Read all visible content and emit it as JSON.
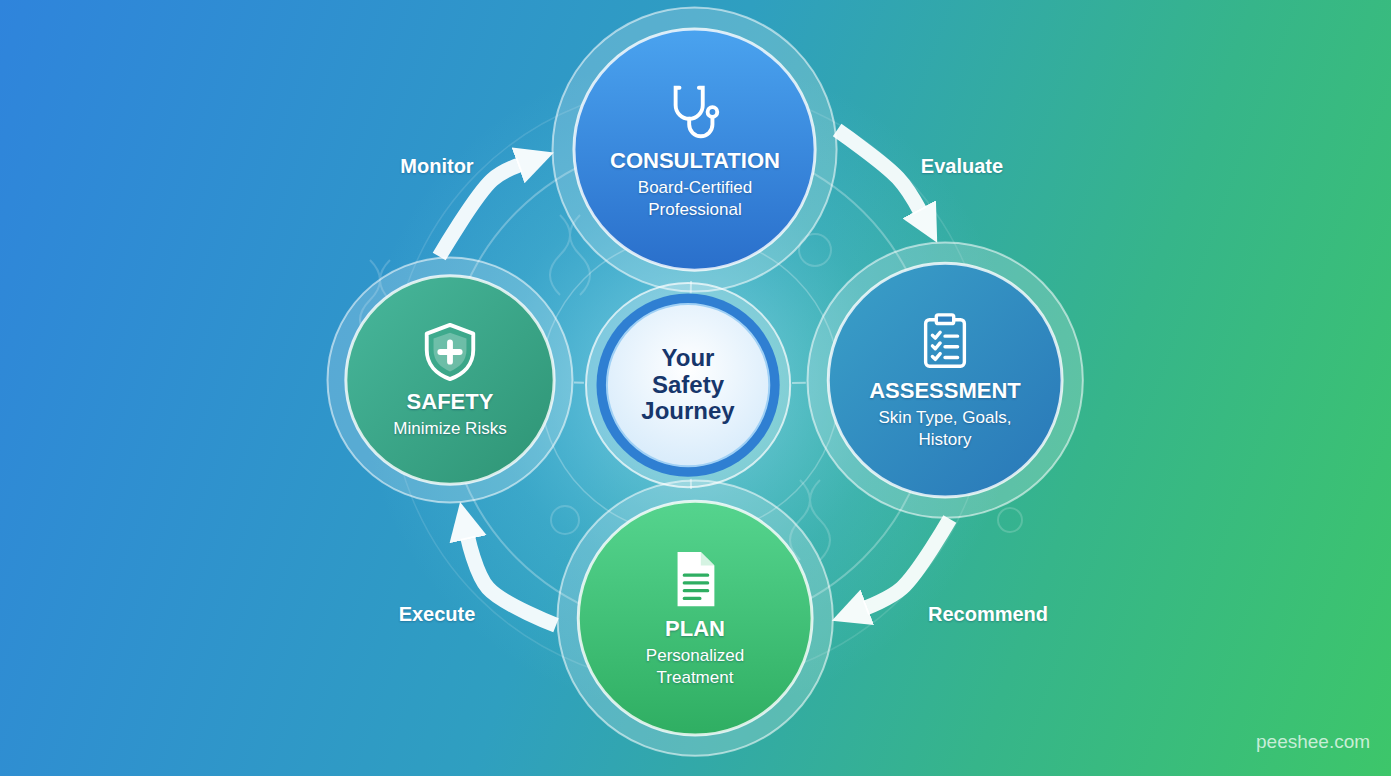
{
  "diagram": {
    "nodes": [
      {
        "text": [
          "CONSULTATION",
          "Board-Certified Professional"
        ]
      },
      {
        "text": [
          "ASSESSMENT",
          "Skin Type, Goals, History"
        ]
      },
      {
        "text": [
          "PLAN",
          "Personalized Treatment"
        ]
      },
      {
        "text": [
          "SAFETY",
          "Minimize Risks"
        ]
      },
      {
        "text": [
          "Your Safety Journey"
        ]
      }
    ],
    "edges": [
      {
        "from": 0,
        "to": 1,
        "label": "Evaluate",
        "arrow": "to"
      },
      {
        "from": 1,
        "to": 2,
        "label": "Recommend",
        "arrow": "to"
      },
      {
        "from": 2,
        "to": 3,
        "label": "Execute",
        "arrow": "to"
      },
      {
        "from": 3,
        "to": 0,
        "label": "Monitor",
        "arrow": "to"
      },
      {
        "from": 4,
        "to": 0,
        "arrow": "none"
      },
      {
        "from": 4,
        "to": 1,
        "arrow": "none"
      },
      {
        "from": 4,
        "to": 2,
        "arrow": "none"
      },
      {
        "from": 4,
        "to": 3,
        "arrow": "none"
      }
    ],
    "labels": [
      "peeshee.com"
    ]
  }
}
